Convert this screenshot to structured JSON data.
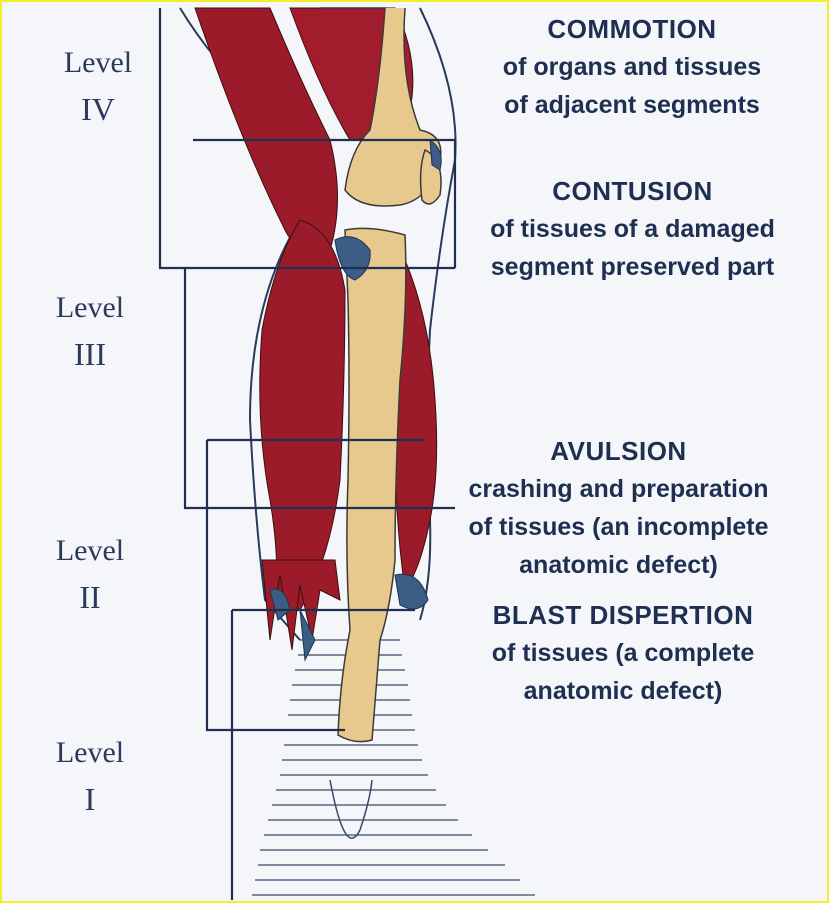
{
  "levels": [
    {
      "word": "Level",
      "roman": "IV"
    },
    {
      "word": "Level",
      "roman": "III"
    },
    {
      "word": "Level",
      "roman": "II"
    },
    {
      "word": "Level",
      "roman": "I"
    }
  ],
  "annotations": [
    {
      "title": "COMMOTION",
      "lines": [
        "of organs and tissues",
        "of adjacent segments"
      ]
    },
    {
      "title": "CONTUSION",
      "lines": [
        "of tissues of a damaged",
        "segment preserved part"
      ]
    },
    {
      "title": "AVULSION",
      "lines": [
        "crashing and preparation",
        "of tissues (an incomplete",
        "anatomic defect)"
      ]
    },
    {
      "title": "BLAST DISPERTION",
      "lines": [
        "of tissues (a complete",
        "anatomic defect)"
      ]
    }
  ],
  "colors": {
    "border": "#f2ee2a",
    "muscle": "#9b1b2a",
    "bone": "#e8c98d",
    "nerve": "#3c5d86",
    "text": "#1f2f52"
  }
}
